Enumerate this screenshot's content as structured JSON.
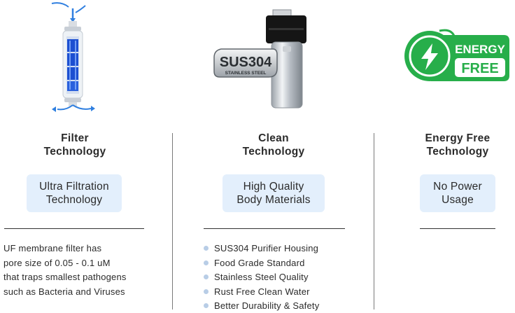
{
  "columns": [
    {
      "title_line1": "Filter",
      "title_line2": "Technology",
      "pill_line1": "Ultra Filtration",
      "pill_line2": "Technology",
      "desc_lines": [
        "UF membrane filter has",
        "pore size of 0.05 - 0.1 uM",
        "that traps smallest pathogens",
        "such as Bacteria and Viruses"
      ]
    },
    {
      "badge_main": "SUS304",
      "badge_sub": "STAINLESS STEEL",
      "title_line1": "Clean",
      "title_line2": "Technology",
      "pill_line1": "High Quality",
      "pill_line2": "Body Materials",
      "bullets": [
        "SUS304 Purifier Housing",
        "Food Grade Standard",
        "Stainless Steel Quality",
        "Rust Free Clean Water",
        "Better Durability & Safety"
      ]
    },
    {
      "logo_word1": "ENERGY",
      "logo_word2": "FREE",
      "title_line1": "Energy Free",
      "title_line2": "Technology",
      "pill_line1": "No Power",
      "pill_line2": "Usage"
    }
  ],
  "colors": {
    "pill_bg": "#e3effc",
    "energy_green": "#27ae4a",
    "arrow_blue": "#2f7fe0",
    "divider": "#7a7a7a"
  }
}
